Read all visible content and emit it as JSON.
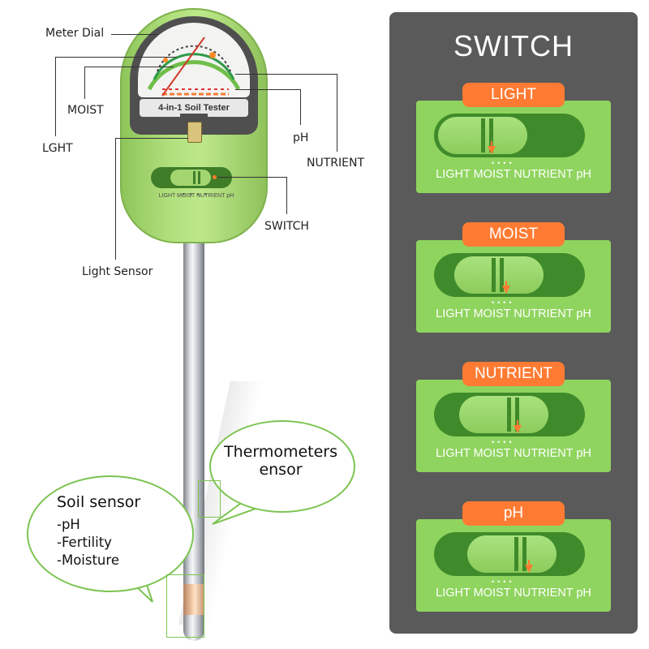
{
  "device": {
    "dial_label": "Meter Dial",
    "name_plate": "4-in-1 Soil Tester",
    "switch_labels": "LIGHT MOIST NUTRIENT pH",
    "callouts": {
      "moist": "MOIST",
      "light": "LGHT",
      "ph": "pH",
      "nutrient": "NUTRIENT",
      "switch": "SWITCH",
      "light_sensor": "Light Sensor"
    }
  },
  "bubbles": {
    "thermometer": [
      "Thermometers",
      "ensor"
    ],
    "soil_sensor": {
      "title": "Soil sensor",
      "items": [
        "-pH",
        "-Fertility",
        "-Moisture"
      ]
    }
  },
  "switch_panel": {
    "title": "SWITCH",
    "modes": [
      {
        "name": "LIGHT",
        "labels": "LIGHT MOIST NUTRIENT pH"
      },
      {
        "name": "MOIST",
        "labels": "LIGHT MOIST NUTRIENT pH"
      },
      {
        "name": "NUTRIENT",
        "labels": "LIGHT MOIST NUTRIENT pH"
      },
      {
        "name": "pH",
        "labels": "LIGHT MOIST NUTRIENT pH"
      }
    ]
  },
  "colors": {
    "accent_orange": "#ff7b33",
    "device_green": "#a6d46b",
    "panel_gray": "#5a5a5a",
    "card_green": "#8fd45e",
    "track_green": "#3f8a2a"
  }
}
